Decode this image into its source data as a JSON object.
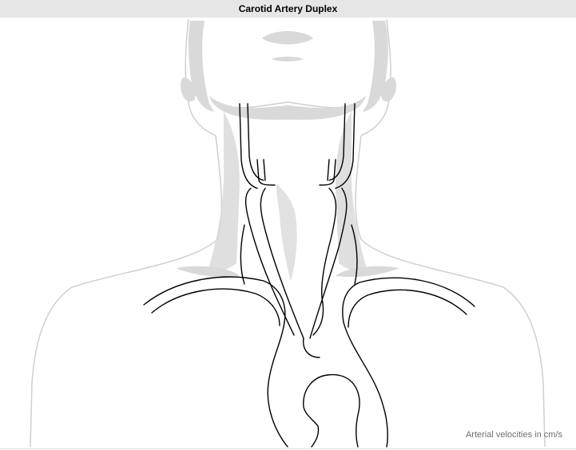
{
  "header": {
    "title": "Carotid Artery Duplex"
  },
  "diagram": {
    "subject": "neck and upper chest anatomical outline with carotid arteries",
    "colors": {
      "silhouette_fill": "#d9d9d9",
      "silhouette_outline": "#cfcfcf",
      "vessel_stroke": "#000000",
      "title_bar_bg": "#e6e6e6"
    }
  },
  "footer": {
    "note": "Arterial velocities in cm/s"
  }
}
